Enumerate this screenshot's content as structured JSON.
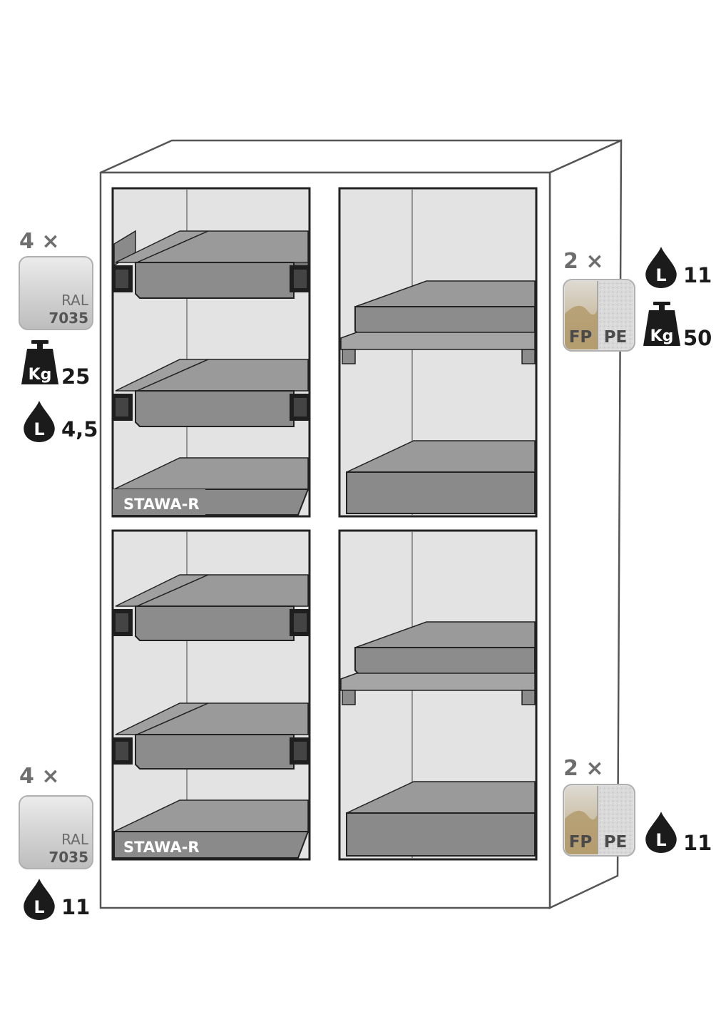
{
  "cabinet": {
    "label_top": "STAWA-R",
    "label_bottom": "STAWA-R"
  },
  "left_top_group": {
    "quantity": "4 ×",
    "color_swatch": {
      "label": "RAL",
      "code": "7035",
      "color": "#d0d0d0"
    },
    "weight_icon": "weight-kg-icon",
    "weight_letter": "Kg",
    "weight_value": "25",
    "volume_icon": "liquid-drop-icon",
    "volume_letter": "L",
    "volume_value": "4,5"
  },
  "left_bottom_group": {
    "quantity": "4 ×",
    "color_swatch": {
      "label": "RAL",
      "code": "7035",
      "color": "#d0d0d0"
    },
    "volume_icon": "liquid-drop-icon",
    "volume_letter": "L",
    "volume_value": "11"
  },
  "right_top_group": {
    "quantity": "2 ×",
    "material_swatch": {
      "left": "FP",
      "right": "PE"
    },
    "volume_icon": "liquid-drop-icon",
    "volume_letter": "L",
    "volume_value": "11",
    "weight_icon": "weight-kg-icon",
    "weight_letter": "Kg",
    "weight_value": "50"
  },
  "right_bottom_group": {
    "quantity": "2 ×",
    "material_swatch": {
      "left": "FP",
      "right": "PE"
    },
    "volume_icon": "liquid-drop-icon",
    "volume_letter": "L",
    "volume_value": "11"
  },
  "colors": {
    "cabinet_body": "#ffffff",
    "cabinet_interior": "#e3e3e3",
    "tray": "#8c8c8c",
    "tray_dark": "#5f5f5f",
    "bracket": "#1e1e1e",
    "outline": "#222222",
    "icon_dark": "#1b1b1b",
    "qty_text": "#6e6e6e"
  }
}
